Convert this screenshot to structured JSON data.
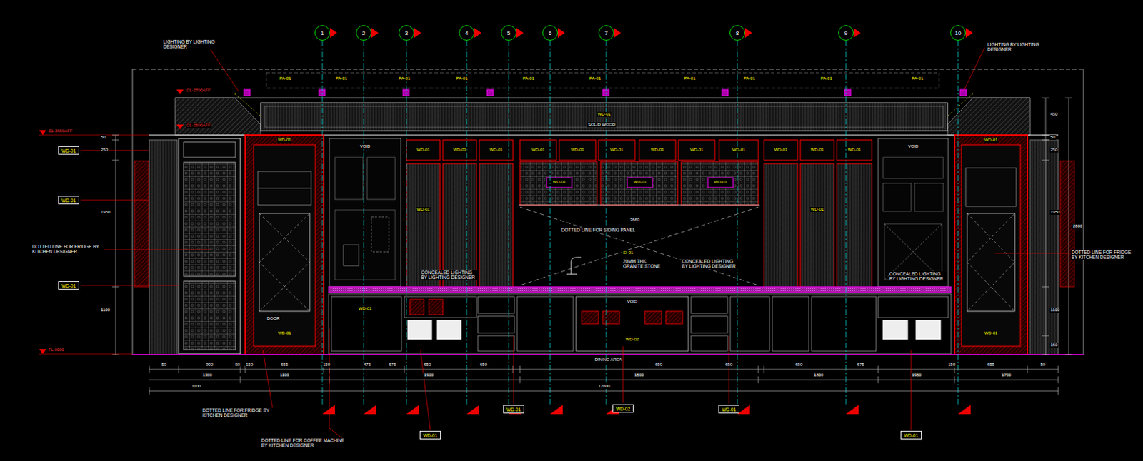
{
  "diagram": {
    "nodes": [
      {
        "text": [
          "1"
        ]
      },
      {
        "text": [
          "2"
        ]
      },
      {
        "text": [
          "3"
        ]
      },
      {
        "text": [
          "4"
        ]
      },
      {
        "text": [
          "5"
        ]
      },
      {
        "text": [
          "6"
        ]
      },
      {
        "text": [
          "7"
        ]
      },
      {
        "text": [
          "8"
        ]
      },
      {
        "text": [
          "9"
        ]
      },
      {
        "text": [
          "10"
        ]
      },
      {
        "text": [
          "WD-01"
        ]
      },
      {
        "text": [
          "WD-01"
        ]
      },
      {
        "text": [
          "WD-01"
        ]
      },
      {
        "text": [
          "WD-01"
        ]
      },
      {
        "text": [
          "WD-01"
        ]
      },
      {
        "text": [
          "WD-02"
        ]
      },
      {
        "text": [
          "WD-01"
        ]
      },
      {
        "text": [
          "WD-01"
        ]
      }
    ],
    "labels": [
      "LIGHTING BY LIGHTING DESIGNER",
      "LIGHTING BY LIGHTING DESIGNER",
      "CL-2700AFF",
      "CL-2600AFF",
      "CL-2650AFF",
      "FL-0000",
      "DOTTED LINE FOR FRIDGE BY KITCHEN DESIGNER",
      "DOTTED LINE FOR FRIDGE BY KITCHEN DESIGNER",
      "DOTTED LINE FOR FRIDGE BY KITCHEN DESIGNER",
      "DOTTED LINE FOR COFFEE MACHINE BY KITCHEN DESIGNER",
      "CONCEALED LIGHTING BY LIGHTING DESIGNER",
      "CONCEALED LIGHTING BY LIGHTING DESIGNER",
      "CONCEALED LIGHTING BY LIGHTING DESIGNER",
      "20MM THK. GRANITE STONE",
      "SI-01",
      "DOTTED LINE FOR SIDING PANEL",
      "3660",
      "DINING AREA",
      "DOOR",
      "SOLID WOOD",
      "WD-01",
      "PA-01",
      "PA-01",
      "PA-01",
      "PA-01",
      "PA-01",
      "PA-01",
      "PA-01",
      "PA-01",
      "PA-01",
      "PA-01",
      "WD-01",
      "WD-01",
      "WD-01",
      "WD-01",
      "WD-01",
      "WD-01",
      "WD-01",
      "WD-01",
      "WD-01",
      "WD-01",
      "WD-01",
      "WD-01",
      "WD-01",
      "WD-01",
      "WD-01",
      "WD-01",
      "WD-01",
      "WD-01",
      "WD-01",
      "WD-01",
      "WD-01",
      "WD-02",
      "WD-01",
      "VOID",
      "VOID",
      "VOID",
      "50",
      "900",
      "50",
      "150",
      "655",
      "150",
      "475",
      "675",
      "650",
      "650",
      "650",
      "650",
      "650",
      "675",
      "150",
      "655",
      "50",
      "1300",
      "1100",
      "1900",
      "1500",
      "1800",
      "1950",
      "1700",
      "1100",
      "12800",
      "450",
      "50",
      "250",
      "1950",
      "1100",
      "150",
      "2800",
      "50",
      "250",
      "1950",
      "1100"
    ]
  }
}
